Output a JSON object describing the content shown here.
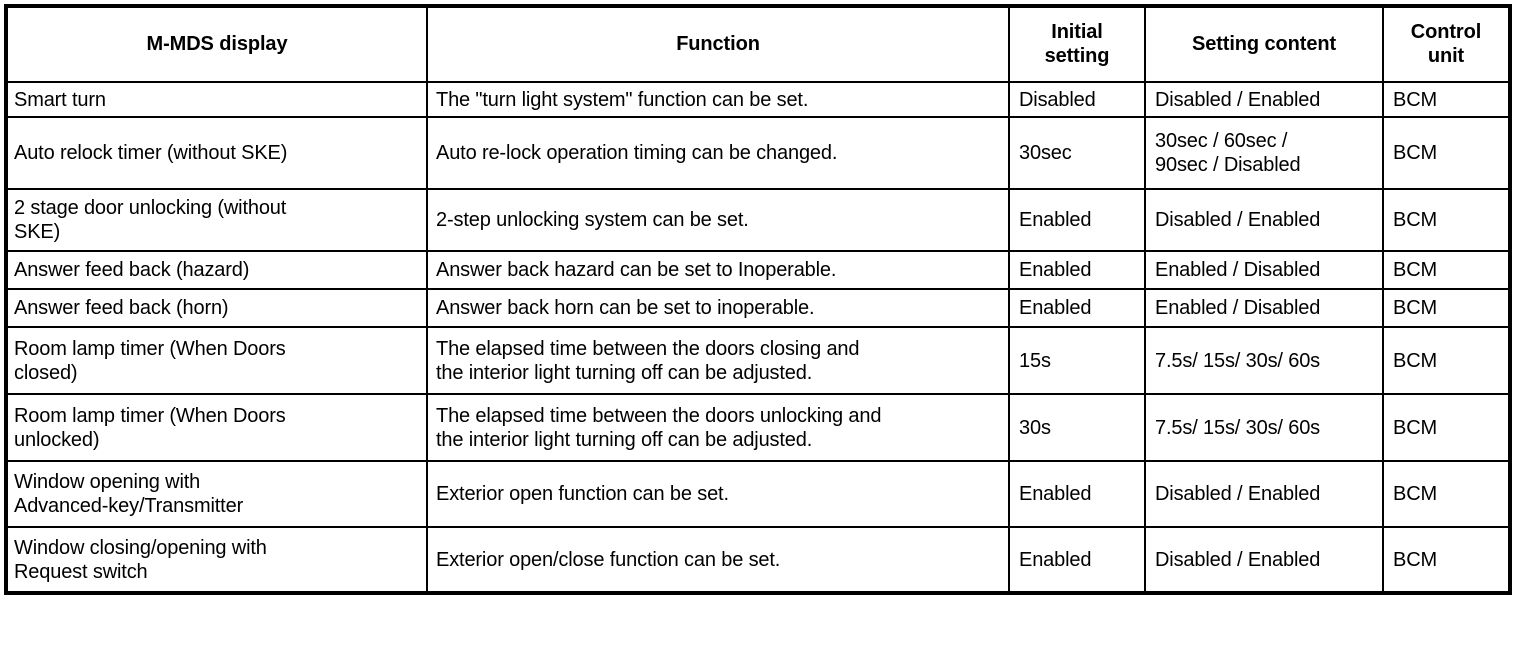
{
  "table": {
    "columns": [
      {
        "key": "display",
        "label": "M-MDS display"
      },
      {
        "key": "function",
        "label": "Function"
      },
      {
        "key": "initial",
        "label": "Initial\nsetting"
      },
      {
        "key": "setting",
        "label": "Setting content"
      },
      {
        "key": "unit",
        "label": "Control\nunit"
      }
    ],
    "rows": [
      {
        "display": "Smart turn",
        "function": "The \"turn light system\" function can be set.",
        "initial": "Disabled",
        "setting": "Disabled / Enabled",
        "unit": "BCM"
      },
      {
        "display": "Auto relock timer (without SKE)",
        "function": "Auto re-lock operation timing can be changed.",
        "initial": "30sec",
        "setting": "30sec / 60sec /\n90sec / Disabled",
        "unit": "BCM"
      },
      {
        "display": "2 stage door unlocking (without\nSKE)",
        "function": "2-step unlocking system can be set.",
        "initial": "Enabled",
        "setting": "Disabled / Enabled",
        "unit": "BCM"
      },
      {
        "display": "Answer feed back (hazard)",
        "function": "Answer back hazard can be set to Inoperable.",
        "initial": "Enabled",
        "setting": "Enabled / Disabled",
        "unit": "BCM"
      },
      {
        "display": "Answer feed back (horn)",
        "function": "Answer back horn can be set to inoperable.",
        "initial": "Enabled",
        "setting": "Enabled / Disabled",
        "unit": "BCM"
      },
      {
        "display": "Room lamp timer (When Doors\nclosed)",
        "function": "The elapsed time between the doors closing and\nthe interior light turning off can be adjusted.",
        "initial": "15s",
        "setting": "7.5s/ 15s/ 30s/ 60s",
        "unit": "BCM"
      },
      {
        "display": "Room lamp timer (When Doors\nunlocked)",
        "function": "The elapsed time between the doors unlocking and\nthe interior light turning off can be adjusted.",
        "initial": "30s",
        "setting": "7.5s/ 15s/ 30s/ 60s",
        "unit": "BCM"
      },
      {
        "display": "Window opening with\nAdvanced-key/Transmitter",
        "function": "Exterior open function can be set.",
        "initial": "Enabled",
        "setting": "Disabled / Enabled",
        "unit": "BCM"
      },
      {
        "display": "Window closing/opening with\nRequest switch",
        "function": "Exterior open/close function can be set.",
        "initial": "Enabled",
        "setting": "Disabled / Enabled",
        "unit": "BCM"
      }
    ]
  },
  "colors": {
    "border": "#000000",
    "text": "#000000",
    "background": "#ffffff"
  }
}
